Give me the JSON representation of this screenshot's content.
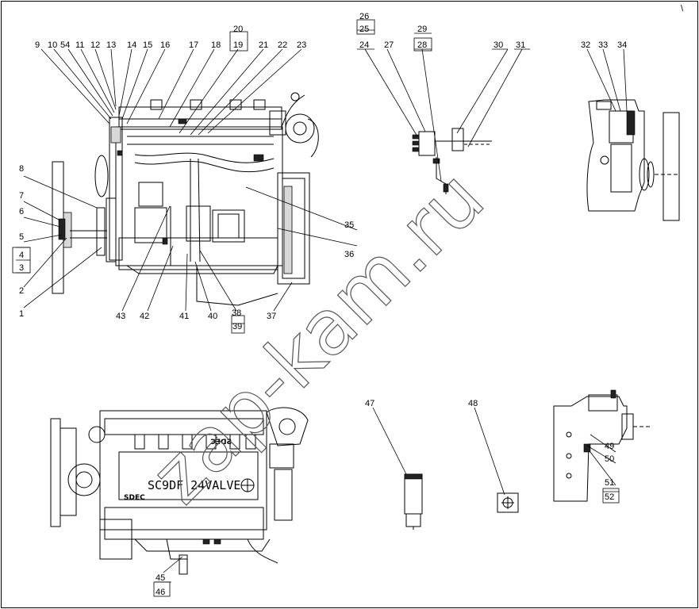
{
  "sheet": {
    "corner_mark": "\\",
    "watermark": "zap-kam.ru"
  },
  "engine_texts": {
    "model": "SC9DF 24VALVE",
    "maker": "SDEC",
    "maker_mirrored": "SDEC"
  },
  "callouts": [
    {
      "id": "c9",
      "text": "9"
    },
    {
      "id": "c10",
      "text": "10"
    },
    {
      "id": "c54",
      "text": "54"
    },
    {
      "id": "c11",
      "text": "11"
    },
    {
      "id": "c12",
      "text": "12"
    },
    {
      "id": "c13",
      "text": "13"
    },
    {
      "id": "c14",
      "text": "14"
    },
    {
      "id": "c15",
      "text": "15"
    },
    {
      "id": "c16",
      "text": "16"
    },
    {
      "id": "c17",
      "text": "17"
    },
    {
      "id": "c18",
      "text": "18"
    },
    {
      "id": "c20",
      "text": "20"
    },
    {
      "id": "c19",
      "text": "19"
    },
    {
      "id": "c21",
      "text": "21"
    },
    {
      "id": "c22",
      "text": "22"
    },
    {
      "id": "c23",
      "text": "23"
    },
    {
      "id": "c8",
      "text": "8"
    },
    {
      "id": "c7",
      "text": "7"
    },
    {
      "id": "c6",
      "text": "6"
    },
    {
      "id": "c5",
      "text": "5"
    },
    {
      "id": "c4",
      "text": "4"
    },
    {
      "id": "c3",
      "text": "3"
    },
    {
      "id": "c2",
      "text": "2"
    },
    {
      "id": "c1",
      "text": "1"
    },
    {
      "id": "c35",
      "text": "35"
    },
    {
      "id": "c36",
      "text": "36"
    },
    {
      "id": "c43",
      "text": "43"
    },
    {
      "id": "c42",
      "text": "42"
    },
    {
      "id": "c41",
      "text": "41"
    },
    {
      "id": "c40",
      "text": "40"
    },
    {
      "id": "c38",
      "text": "38"
    },
    {
      "id": "c39",
      "text": "39"
    },
    {
      "id": "c37",
      "text": "37"
    },
    {
      "id": "c26",
      "text": "26"
    },
    {
      "id": "c25",
      "text": "25"
    },
    {
      "id": "c24",
      "text": "24"
    },
    {
      "id": "c27",
      "text": "27"
    },
    {
      "id": "c29",
      "text": "29"
    },
    {
      "id": "c28",
      "text": "28"
    },
    {
      "id": "c30",
      "text": "30"
    },
    {
      "id": "c31",
      "text": "31"
    },
    {
      "id": "c32",
      "text": "32"
    },
    {
      "id": "c33",
      "text": "33"
    },
    {
      "id": "c34",
      "text": "34"
    },
    {
      "id": "c47",
      "text": "47"
    },
    {
      "id": "c48",
      "text": "48"
    },
    {
      "id": "c49",
      "text": "49"
    },
    {
      "id": "c50",
      "text": "50"
    },
    {
      "id": "c51",
      "text": "51"
    },
    {
      "id": "c52",
      "text": "52"
    },
    {
      "id": "c45",
      "text": "45"
    },
    {
      "id": "c46",
      "text": "46"
    }
  ]
}
